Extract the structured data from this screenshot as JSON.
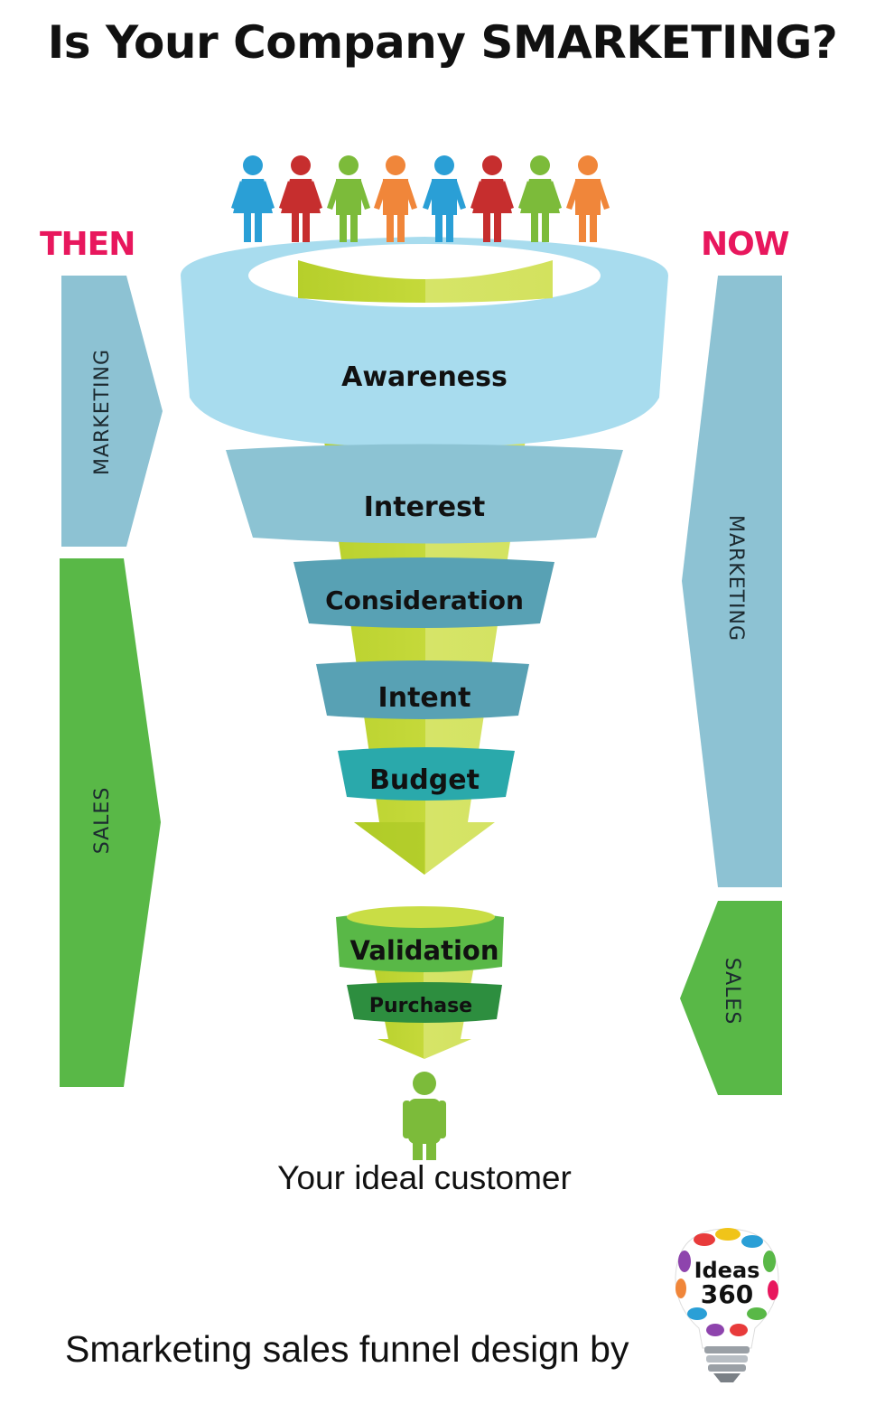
{
  "title": "Is Your Company SMARKETING?",
  "then": {
    "heading": "THEN",
    "marketing_label": "MARKETING",
    "sales_label": "SALES"
  },
  "now": {
    "heading": "NOW",
    "marketing_label": "MARKETING",
    "sales_label": "SALES"
  },
  "funnel": {
    "stages": [
      "Awareness",
      "Interest",
      "Consideration",
      "Intent",
      "Budget"
    ],
    "sales_stages": [
      "Validation",
      "Purchase"
    ]
  },
  "customer_caption": "Your ideal customer",
  "credit": "Smarketing sales funnel design by",
  "logo": {
    "word": "Ideas",
    "number": "360",
    "icon": "lightbulb-icon"
  },
  "colors": {
    "accent": "#e8175d",
    "marketing_band": "#8dc2d3",
    "sales_band": "#59b847",
    "funnel_core": "#c3d62f",
    "awareness": "#a8dcee",
    "interest": "#8cc3d3",
    "consideration": "#58a1b4",
    "intent": "#58a1b4",
    "budget": "#2aa9ab",
    "validation": "#59b847",
    "purchase": "#2d8e3f"
  },
  "people_colors": [
    "#2a9fd6",
    "#c62e2e",
    "#7cbb3a",
    "#f0863a",
    "#2a9fd6",
    "#c62e2e",
    "#7cbb3a",
    "#f0863a"
  ]
}
